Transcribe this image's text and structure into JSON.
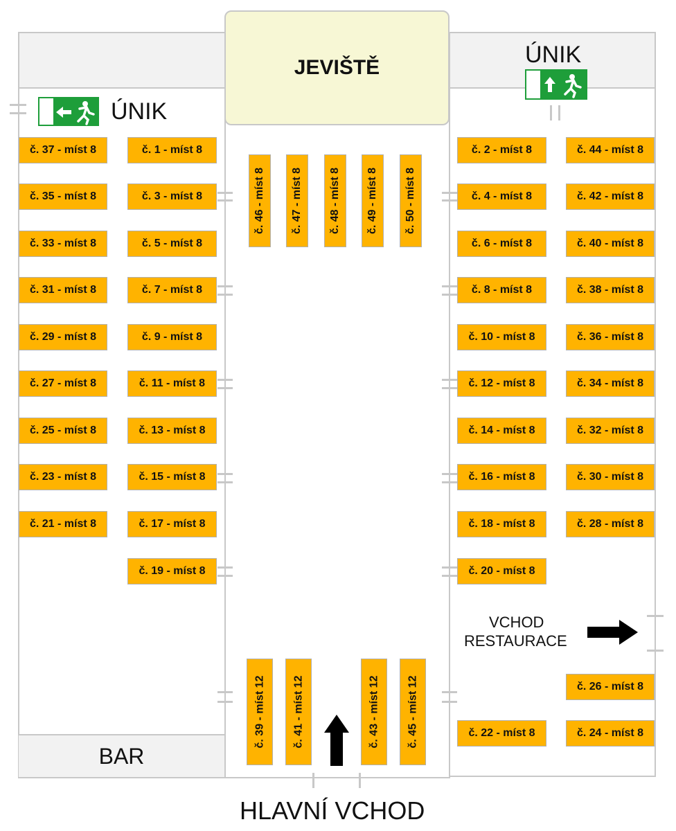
{
  "stage": "JEVIŠTĚ",
  "bar": "BAR",
  "exit_left": "ÚNIK",
  "exit_right": "ÚNIK",
  "restaurant_entry": [
    "VCHOD",
    "RESTAURACE"
  ],
  "main_entry": "HLAVNÍ VCHOD",
  "colors": {
    "table": "#ffb300",
    "exit_sign": "#1e9e3a",
    "stage": "#f7f7d5",
    "walls": "#c8c8c8"
  },
  "icons": [
    "exit-left-sign-icon",
    "exit-up-sign-icon",
    "entry-arrow-up-icon",
    "restaurant-arrow-right-icon"
  ],
  "tables": {
    "t37": "č. 37 - míst 8",
    "t1": "č. 1 - míst 8",
    "t2": "č. 2 - míst 8",
    "t44": "č. 44 - míst 8",
    "t35": "č. 35 - míst 8",
    "t3": "č. 3 - míst 8",
    "t4": "č. 4 - míst 8",
    "t42": "č. 42 - míst 8",
    "t33": "č. 33 - míst 8",
    "t5": "č. 5 - míst 8",
    "t6": "č. 6 - míst 8",
    "t40": "č. 40 - míst 8",
    "t31": "č. 31 - míst 8",
    "t7": "č. 7 - míst 8",
    "t8": "č. 8 - míst 8",
    "t38": "č. 38 - míst 8",
    "t29": "č. 29 - míst 8",
    "t9": "č. 9 - míst 8",
    "t10": "č. 10 - míst 8",
    "t36": "č. 36 - míst 8",
    "t27": "č. 27 - míst 8",
    "t11": "č. 11 - míst 8",
    "t12": "č. 12 - míst 8",
    "t34": "č. 34 - míst 8",
    "t25": "č. 25 - míst 8",
    "t13": "č. 13 - míst 8",
    "t14": "č. 14 - míst 8",
    "t32": "č. 32 - míst 8",
    "t23": "č. 23 - míst 8",
    "t15": "č. 15 - míst 8",
    "t16": "č. 16 - míst 8",
    "t30": "č. 30 - míst 8",
    "t21": "č. 21 - míst 8",
    "t17": "č. 17 - míst 8",
    "t18": "č. 18 - míst 8",
    "t28": "č. 28 - míst 8",
    "t19": "č. 19 - míst 8",
    "t20": "č. 20 - míst 8",
    "t26": "č. 26 - míst 8",
    "t22": "č. 22 - míst 8",
    "t24": "č. 24 - míst 8",
    "t46": "č. 46 - míst 8",
    "t47": "č. 47 - míst 8",
    "t48": "č. 48 - míst 8",
    "t49": "č. 49 - míst 8",
    "t50": "č. 50 - míst 8",
    "t39": "č. 39 - míst 12",
    "t41": "č. 41 - míst 12",
    "t43": "č. 43 - míst 12",
    "t45": "č. 45 - míst 12"
  }
}
